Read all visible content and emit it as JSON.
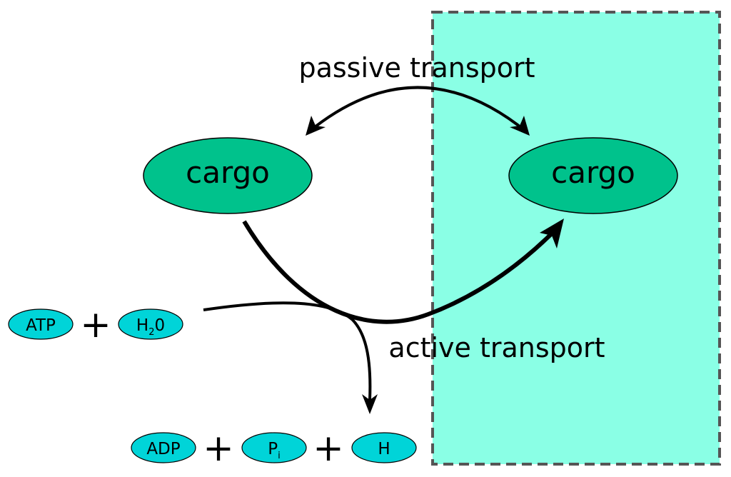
{
  "diagram": {
    "labels": {
      "passive_transport": "passive transport",
      "active_transport": "active transport"
    },
    "cargo": {
      "outside": "cargo",
      "inside": "cargo"
    },
    "reactants": {
      "atp": "ATP",
      "plus1": "+",
      "water_h": "H",
      "water_sub": "2",
      "water_o": "0"
    },
    "products": {
      "adp": "ADP",
      "plus2": "+",
      "phosphate_p": "P",
      "phosphate_sub": "i",
      "plus3": "+",
      "proton": "H"
    },
    "colors": {
      "compartment_fill": "#8affe5",
      "compartment_border": "#555555",
      "cargo_fill": "#00c28c",
      "molecule_fill": "#00d4d8",
      "arrow": "#000000"
    }
  }
}
